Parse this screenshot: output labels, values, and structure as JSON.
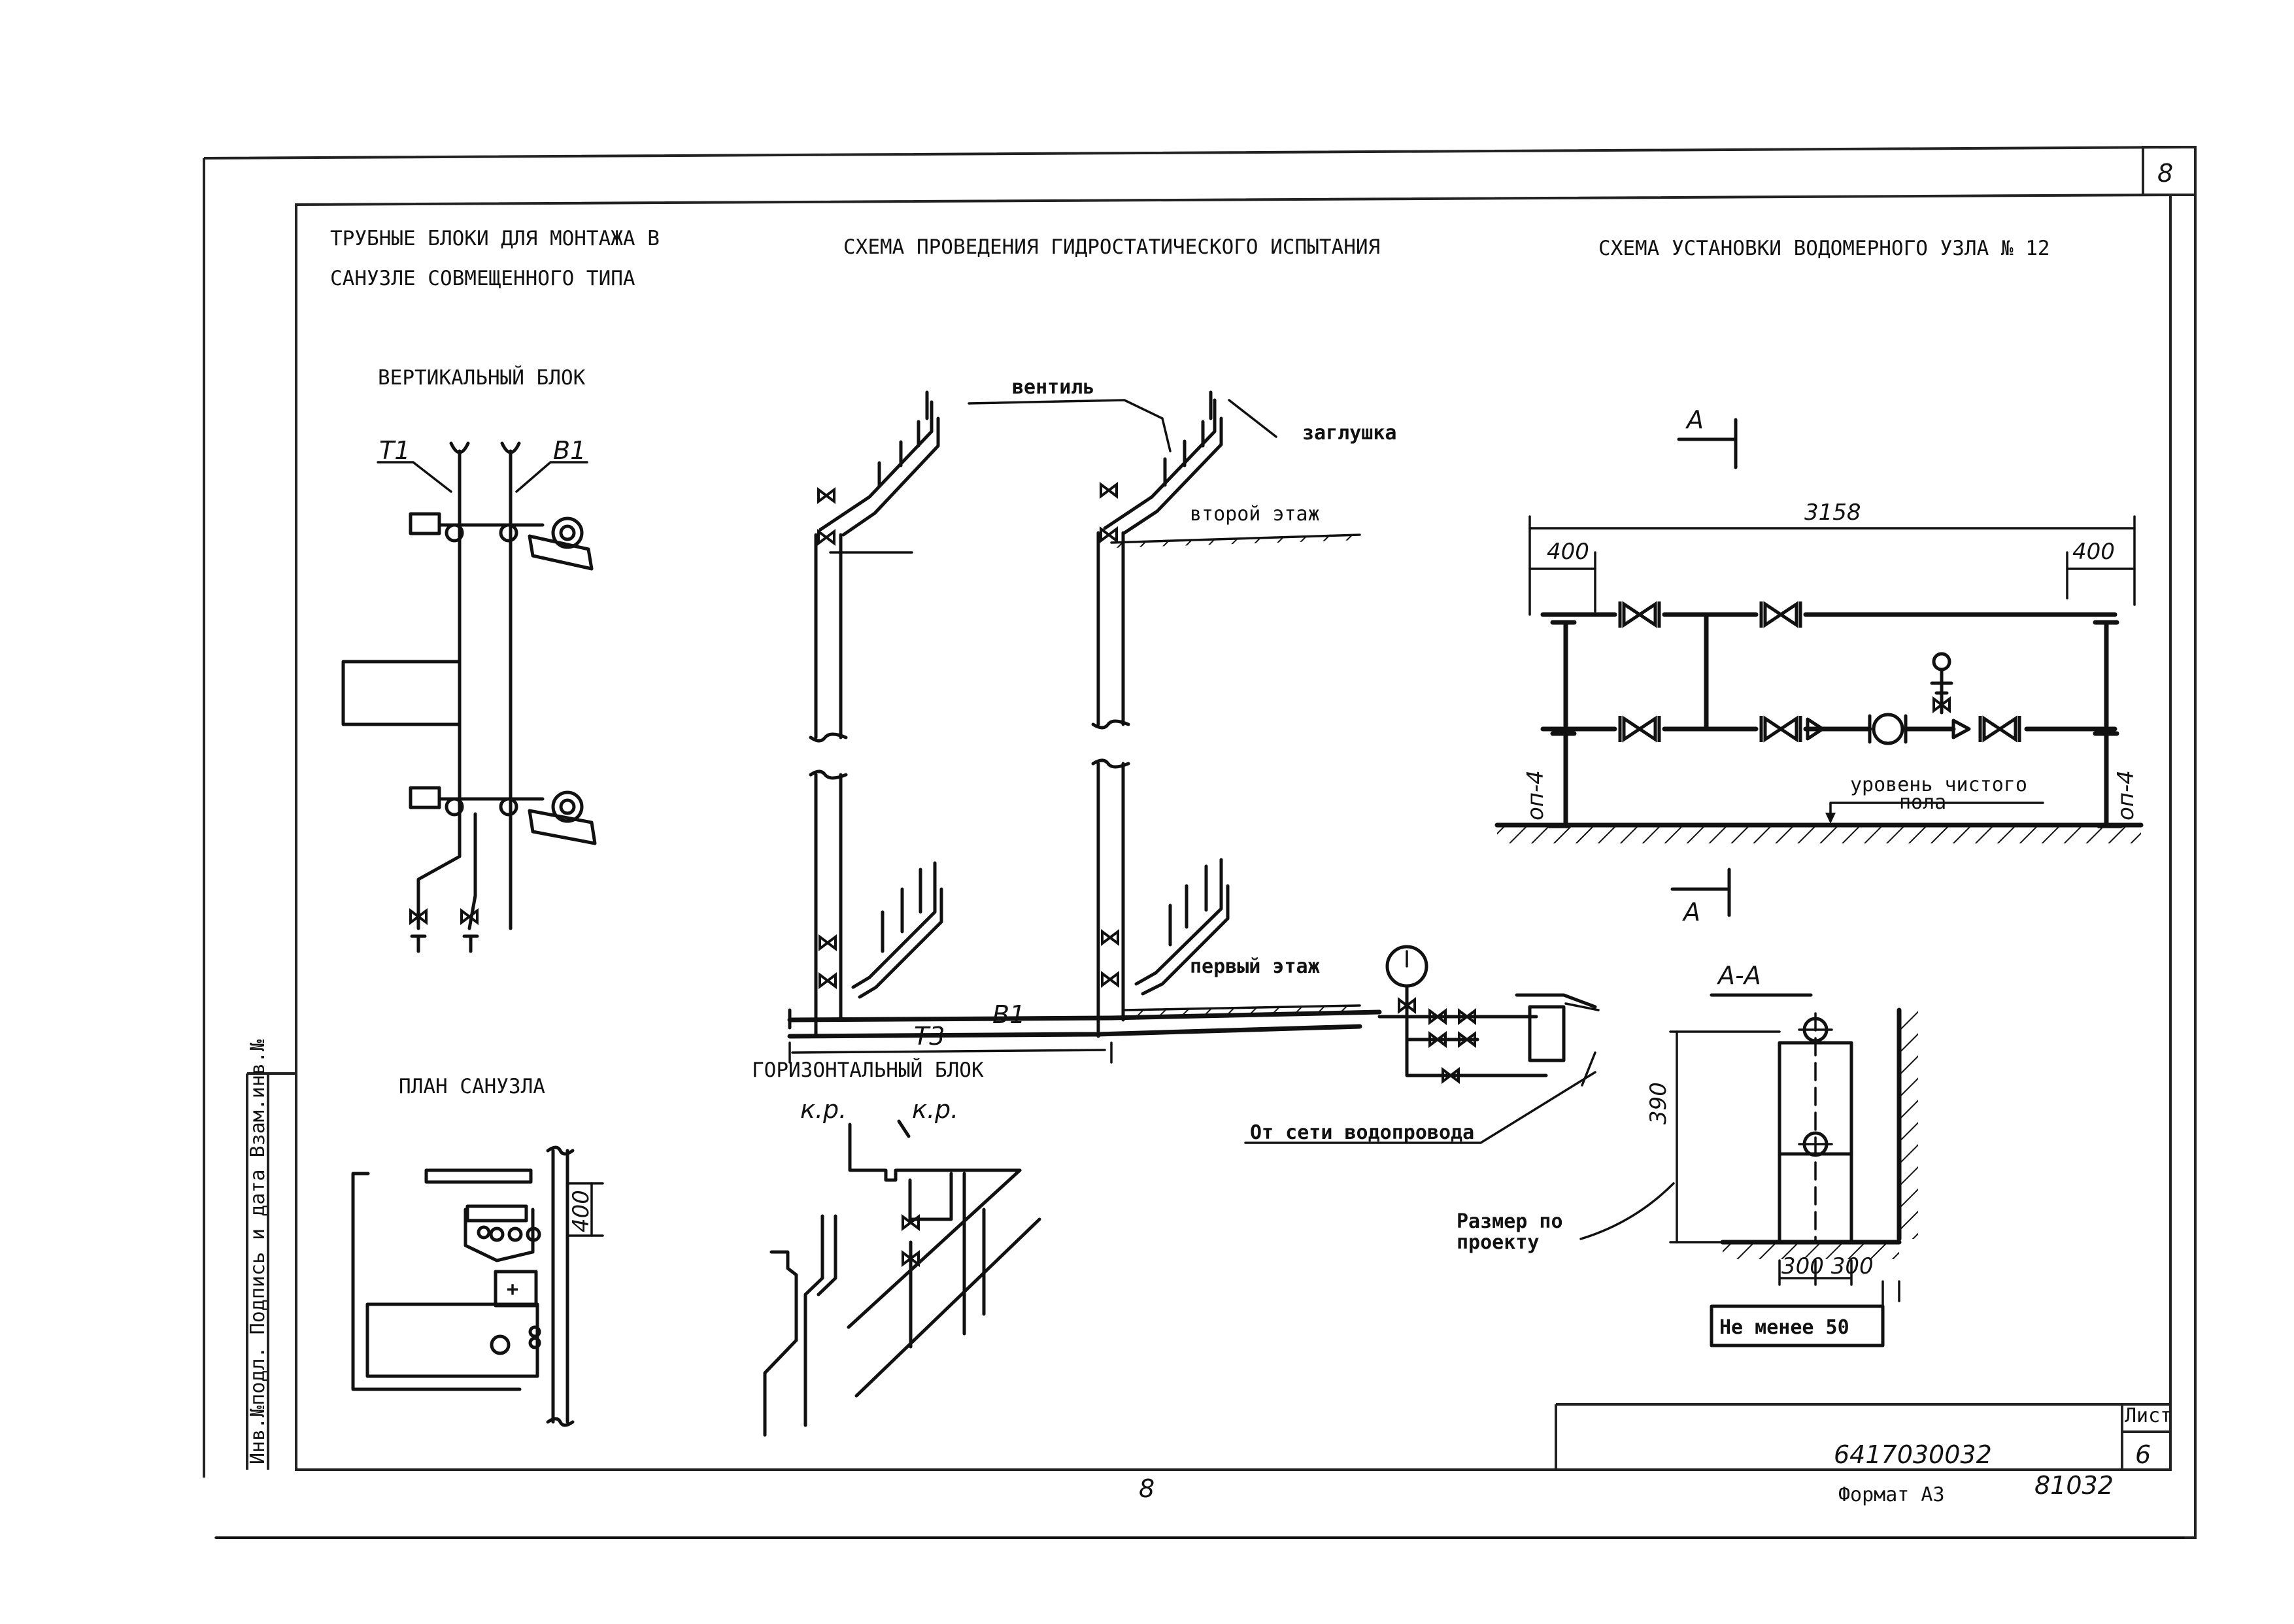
{
  "sheet": {
    "corner_number": "8",
    "bottom_page_number": "8",
    "document_code": "6417030032",
    "sheet_label": "Лист",
    "sheet_number": "6",
    "format_label": "Формат А3",
    "stamp_number": "81032",
    "side_stamp": "Инв.№подл. Подпись и дата Взам.инв.№"
  },
  "section1": {
    "title_line1": "ТРУБНЫЕ БЛОКИ ДЛЯ МОНТАЖА В",
    "title_line2": "САНУЗЛЕ СОВМЕЩЕННОГО ТИПА",
    "vertical_block": "ВЕРТИКАЛЬНЫЙ БЛОК",
    "label_t1": "Т1",
    "label_b1": "В1",
    "plan_title": "ПЛАН САНУЗЛА",
    "plan_dim": "400",
    "horizontal_block": "ГОРИЗОНТАЛЬНЫЙ БЛОК",
    "kp1": "к.р.",
    "kp2": "к.р."
  },
  "section2": {
    "title": "СХЕМА ПРОВЕДЕНИЯ ГИДРОСТАТИЧЕСКОГО ИСПЫТАНИЯ",
    "valve_label": "вентиль",
    "plug_label": "заглушка",
    "second_floor": "второй этаж",
    "first_floor": "первый этаж",
    "pipe_t3": "Т3",
    "pipe_b1": "В1",
    "from_network": "От сети водопровода"
  },
  "section3": {
    "title": "СХЕМА УСТАНОВКИ ВОДОМЕРНОГО УЗЛА № 12",
    "section_mark": "А",
    "overall_dim": "3158",
    "left_dim": "400",
    "right_dim": "400",
    "support_left": "оп-4",
    "support_right": "оп-4",
    "floor_level_line1": "уровень чистого",
    "floor_level_line2": "пола",
    "section_title": "А-А",
    "height_dim": "390",
    "size_note_line1": "Размер по",
    "size_note_line2": "проекту",
    "bottom_dims": "300 300",
    "min_note": "Не менее 50"
  }
}
